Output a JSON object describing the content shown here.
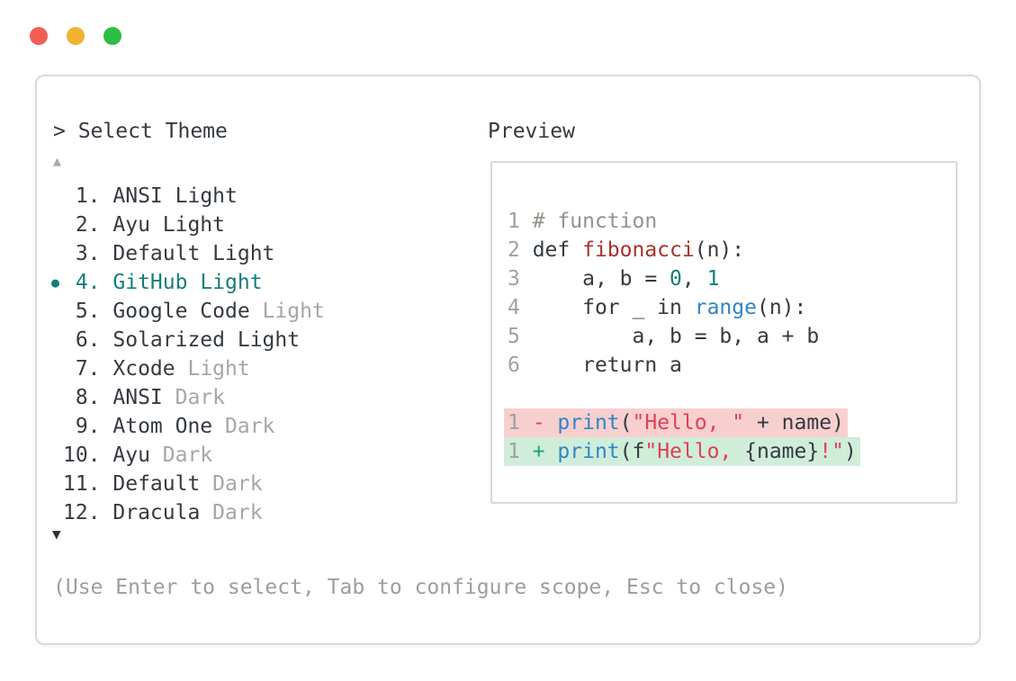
{
  "colors": {
    "tl_red": "#f15e55",
    "tl_yellow": "#f2b331",
    "tl_green": "#2dbe41",
    "border": "#dadada",
    "preview_border": "#d9d9d9",
    "text": "#343a40",
    "dim": "#a6a6a6",
    "hint": "#9d9d9d",
    "linenum": "#a0a0a0",
    "arrow_up": "#a8a8a8",
    "arrow_down": "#2f2f2f",
    "accent": "#147e7c",
    "comment": "#8e968b",
    "func_red": "#a8322d",
    "string_red": "#e04057",
    "blue": "#2f86c4",
    "number_teal": "#117e7e",
    "plus_green": "#1aa076",
    "diff_removed_bg": "#f8cfcf",
    "diff_added_bg": "#d0edda"
  },
  "window_controls": {
    "close": "close",
    "minimize": "minimize",
    "zoom": "zoom"
  },
  "theme_selector": {
    "prompt": "> ",
    "title": "Select Theme",
    "scroll_up_symbol": "▲",
    "scroll_down_symbol": "▼",
    "selected_bullet": "●",
    "items": [
      {
        "number": "1.",
        "name": "ANSI",
        "variant": "Light",
        "variant_dimmed": false,
        "selected": false
      },
      {
        "number": "2.",
        "name": "Ayu",
        "variant": "Light",
        "variant_dimmed": false,
        "selected": false
      },
      {
        "number": "3.",
        "name": "Default",
        "variant": "Light",
        "variant_dimmed": false,
        "selected": false
      },
      {
        "number": "4.",
        "name": "GitHub",
        "variant": "Light",
        "variant_dimmed": false,
        "selected": true
      },
      {
        "number": "5.",
        "name": "Google Code",
        "variant": "Light",
        "variant_dimmed": true,
        "selected": false
      },
      {
        "number": "6.",
        "name": "Solarized",
        "variant": "Light",
        "variant_dimmed": false,
        "selected": false
      },
      {
        "number": "7.",
        "name": "Xcode",
        "variant": "Light",
        "variant_dimmed": true,
        "selected": false
      },
      {
        "number": "8.",
        "name": "ANSI",
        "variant": "Dark",
        "variant_dimmed": true,
        "selected": false
      },
      {
        "number": "9.",
        "name": "Atom One",
        "variant": "Dark",
        "variant_dimmed": true,
        "selected": false
      },
      {
        "number": "10.",
        "name": "Ayu",
        "variant": "Dark",
        "variant_dimmed": true,
        "selected": false
      },
      {
        "number": "11.",
        "name": "Default",
        "variant": "Dark",
        "variant_dimmed": true,
        "selected": false
      },
      {
        "number": "12.",
        "name": "Dracula",
        "variant": "Dark",
        "variant_dimmed": true,
        "selected": false
      }
    ],
    "hint": "(Use Enter to select, Tab to configure scope, Esc to close)"
  },
  "preview": {
    "title": "Preview",
    "lines": [
      {
        "no": "1",
        "tokens": [
          {
            "t": "# function",
            "c": "comment"
          }
        ]
      },
      {
        "no": "2",
        "tokens": [
          {
            "t": "def ",
            "c": "plain"
          },
          {
            "t": "fibonacci",
            "c": "func"
          },
          {
            "t": "(n):",
            "c": "plain"
          }
        ]
      },
      {
        "no": "3",
        "tokens": [
          {
            "t": "    a, b = ",
            "c": "plain"
          },
          {
            "t": "0",
            "c": "number"
          },
          {
            "t": ", ",
            "c": "plain"
          },
          {
            "t": "1",
            "c": "number"
          }
        ]
      },
      {
        "no": "4",
        "tokens": [
          {
            "t": "    for _ in ",
            "c": "plain"
          },
          {
            "t": "range",
            "c": "blue"
          },
          {
            "t": "(n):",
            "c": "plain"
          }
        ]
      },
      {
        "no": "5",
        "tokens": [
          {
            "t": "        a, b = b, a + b",
            "c": "plain"
          }
        ]
      },
      {
        "no": "6",
        "tokens": [
          {
            "t": "    return a",
            "c": "plain"
          }
        ]
      },
      {
        "no": "",
        "tokens": []
      },
      {
        "no": "1",
        "diff": "removed",
        "tokens": [
          {
            "t": "- ",
            "c": "string"
          },
          {
            "t": "print",
            "c": "blue"
          },
          {
            "t": "(",
            "c": "plain"
          },
          {
            "t": "\"Hello, \"",
            "c": "string"
          },
          {
            "t": " + name)",
            "c": "plain"
          }
        ]
      },
      {
        "no": "1",
        "diff": "added",
        "tokens": [
          {
            "t": "+ ",
            "c": "plus"
          },
          {
            "t": "print",
            "c": "blue"
          },
          {
            "t": "(f",
            "c": "plain"
          },
          {
            "t": "\"Hello, ",
            "c": "string"
          },
          {
            "t": "{name}",
            "c": "plain"
          },
          {
            "t": "!\"",
            "c": "string"
          },
          {
            "t": ")",
            "c": "plain"
          }
        ]
      }
    ]
  }
}
